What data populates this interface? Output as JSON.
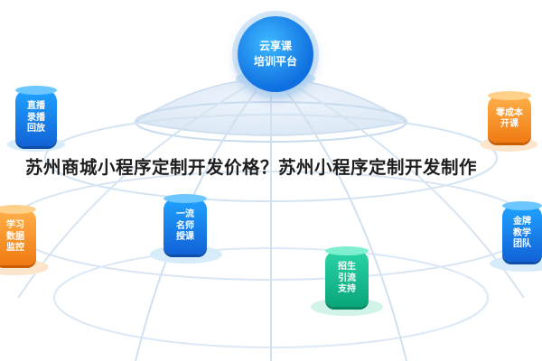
{
  "hub": {
    "line1": "云享课",
    "line2": "培训平台"
  },
  "nodes": {
    "live": {
      "lines": [
        "直播",
        "录播",
        "回放"
      ],
      "color": "blue"
    },
    "zero_cost": {
      "lines": [
        "零成本",
        "开课"
      ],
      "color": "orange"
    },
    "learning_data": {
      "lines": [
        "学习",
        "数据",
        "监控"
      ],
      "color": "orange"
    },
    "top_teachers": {
      "lines": [
        "一流",
        "名师",
        "授课"
      ],
      "color": "blue"
    },
    "enrollment": {
      "lines": [
        "招生",
        "引流",
        "支持"
      ],
      "color": "green"
    },
    "gold_team": {
      "lines": [
        "金牌",
        "教学",
        "团队"
      ],
      "color": "blue"
    }
  },
  "headline": {
    "text": "苏州商城小程序定制开发价格？苏州小程序定制开发制作"
  },
  "colors": {
    "blue": "#1a7ff0",
    "green": "#12b98c",
    "orange": "#f58a1f",
    "grid": "#c9dbee"
  }
}
